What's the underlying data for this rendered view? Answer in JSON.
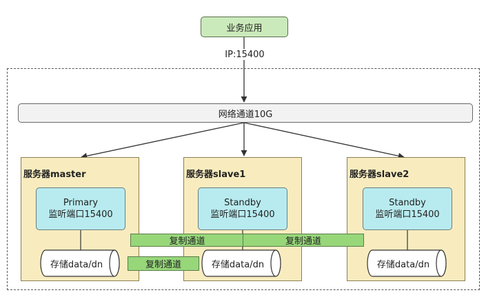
{
  "app": {
    "label": "业务应用"
  },
  "edge": {
    "label": "IP:15400"
  },
  "network": {
    "label": "网络通道10G"
  },
  "servers": [
    {
      "title": "服务器master",
      "role": "Primary",
      "port": "监听端口15400",
      "storage": "存储data/dn"
    },
    {
      "title": "服务器slave1",
      "role": "Standby",
      "port": "监听端口15400",
      "storage": "存储data/dn"
    },
    {
      "title": "服务器slave2",
      "role": "Standby",
      "port": "监听端口15400",
      "storage": "存储data/dn"
    }
  ],
  "replication": [
    {
      "label": "复制通道"
    },
    {
      "label": "复制通道"
    },
    {
      "label": "复制通道"
    }
  ],
  "colors": {
    "app_fill": "#cbeabb",
    "server_fill": "#f8ecbf",
    "instance_fill": "#b8ebef",
    "replication_fill": "#97d77a",
    "network_fill": "#f2f2f2"
  }
}
